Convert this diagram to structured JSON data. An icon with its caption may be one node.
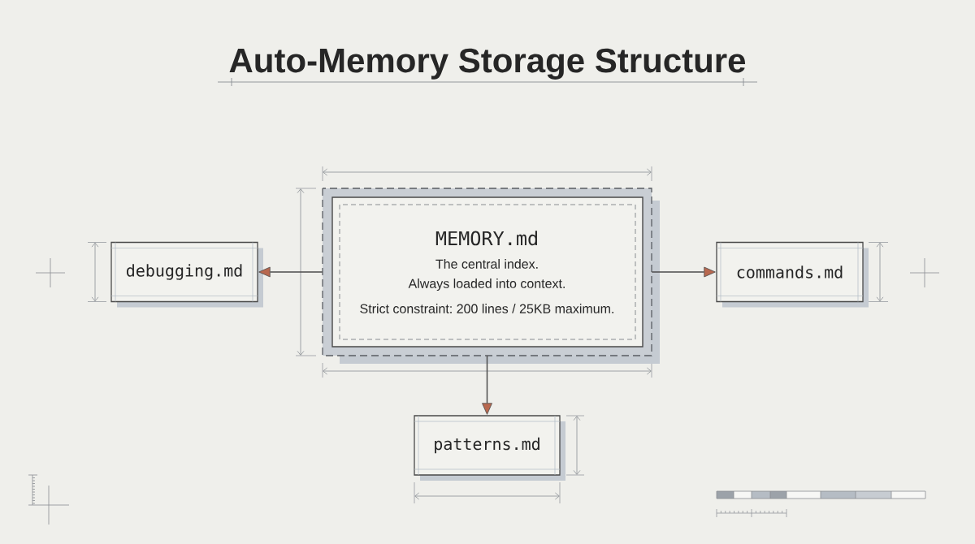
{
  "diagram": {
    "title": "Auto-Memory Storage Structure",
    "nodes": [
      {
        "text": [
          "MEMORY.md",
          "The central index.",
          "Always loaded into context.",
          "Strict constraint: 200 lines / 25KB maximum."
        ]
      },
      {
        "text": [
          "debugging.md"
        ]
      },
      {
        "text": [
          "commands.md"
        ]
      },
      {
        "text": [
          "patterns.md"
        ]
      }
    ],
    "edges": [
      {
        "from": 0,
        "to": 1,
        "arrow": "to"
      },
      {
        "from": 0,
        "to": 2,
        "arrow": "to"
      },
      {
        "from": 0,
        "to": 3,
        "arrow": "to"
      }
    ]
  }
}
